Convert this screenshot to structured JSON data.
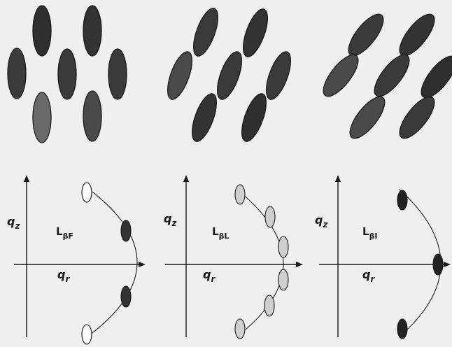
{
  "colors": {
    "background": "#efefef",
    "ink": "#1a1a1a",
    "dark_fill": "#3a3a3a",
    "mid_fill": "#6a6a6a",
    "light_fill": "#d0d0d0",
    "white_fill": "#fafafa"
  },
  "panels": [
    {
      "id": "beta-f",
      "phase_main": "L",
      "phase_sub": "βF",
      "axis_y_main": "q",
      "axis_y_sub": "z",
      "axis_x_main": "q",
      "axis_x_sub": "r"
    },
    {
      "id": "beta-l",
      "phase_main": "L",
      "phase_sub": "βL",
      "axis_y_main": "q",
      "axis_y_sub": "z",
      "axis_x_main": "q",
      "axis_x_sub": "r"
    },
    {
      "id": "beta-i",
      "phase_main": "L",
      "phase_sub": "βI",
      "axis_y_main": "q",
      "axis_y_sub": "z",
      "axis_x_main": "q",
      "axis_x_sub": "r"
    }
  ]
}
